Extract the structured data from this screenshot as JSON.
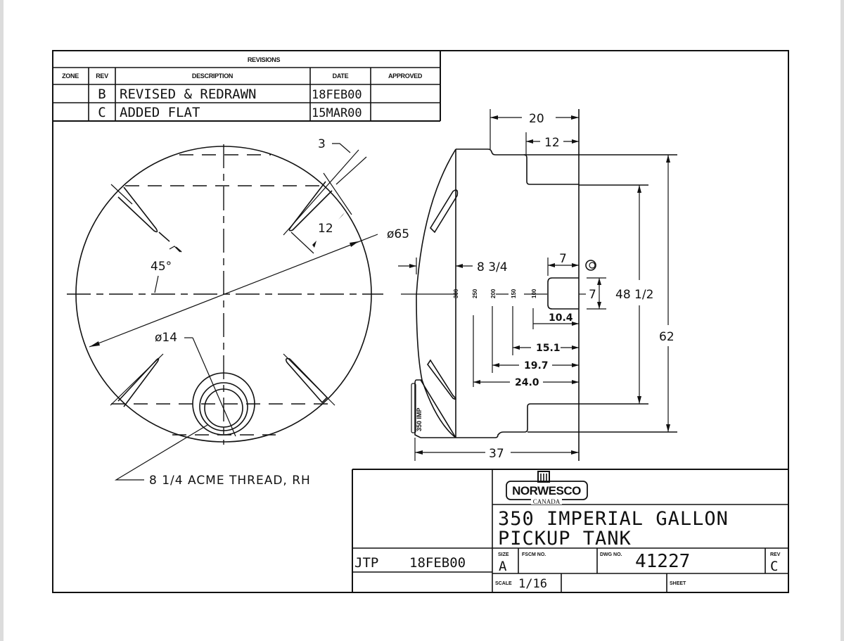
{
  "revisions": {
    "title": "REVISIONS",
    "columns": [
      "ZONE",
      "REV",
      "DESCRIPTION",
      "DATE",
      "APPROVED"
    ],
    "rows": [
      {
        "zone": "",
        "rev": "B",
        "description": "REVISED & REDRAWN",
        "date": "18FEB00",
        "approved": ""
      },
      {
        "zone": "",
        "rev": "C",
        "description": "ADDED FLAT",
        "date": "15MAR00",
        "approved": ""
      }
    ]
  },
  "front_view": {
    "diameter": "ø65",
    "outlet_diameter": "ø14",
    "rib_width": "3",
    "rib_spacing": "12",
    "angle": "45°",
    "thread_note": "8 1/4 ACME THREAD, RH"
  },
  "side_view": {
    "dims": {
      "top_step_outer": "20",
      "top_step_inner": "12",
      "dome_offset": "8 3/4",
      "flat_width": "7",
      "flat_height": "7",
      "inner_height": "48 1/2",
      "overall_height": "62",
      "overall_length": "37",
      "mark_100": "10.4",
      "mark_150": "15.1",
      "mark_200": "19.7",
      "mark_250": "24.0"
    },
    "gallon_marks": [
      "300",
      "250",
      "200",
      "150",
      "100"
    ],
    "embossed_label": "350 IMP"
  },
  "title_block": {
    "company": "NORWESCO",
    "company_sub": "CANADA",
    "title_line1": "350 IMPERIAL GALLON",
    "title_line2": "PICKUP TANK",
    "drawn_by": "JTP",
    "drawn_date": "18FEB00",
    "size_label": "SIZE",
    "size": "A",
    "fscm_label": "FSCM NO.",
    "fscm": "",
    "dwg_label": "DWG NO.",
    "dwg_no": "41227",
    "rev_label": "REV",
    "rev": "C",
    "scale_label": "SCALE",
    "scale": "1/16",
    "sheet_label": "SHEET",
    "sheet": ""
  }
}
